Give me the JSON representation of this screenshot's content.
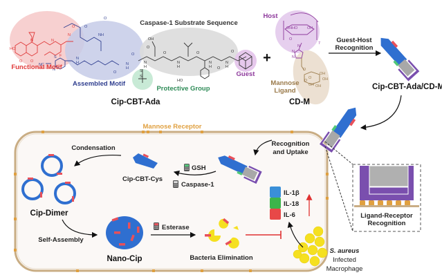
{
  "molecule": {
    "name": "Cip-CBT-Ada",
    "regions": {
      "functional_motif": "Functional Motif",
      "assembled_motif": "Assembled Motif",
      "caspase_substrate": "Caspase-1 Substrate Sequence",
      "protective_group": "Protective Group",
      "guest": "Guest"
    },
    "atoms": [
      "HO",
      "O",
      "O",
      "N",
      "N",
      "F",
      "N",
      "O",
      "O",
      "NH",
      "O",
      "NC",
      "N",
      "S",
      "H",
      "N",
      "O",
      "H",
      "N",
      "O",
      "S",
      "S",
      "OH",
      "O",
      "N",
      "H",
      "O",
      "N",
      "H",
      "O",
      "HO",
      "N",
      "H",
      "O",
      "N",
      "H",
      "O"
    ]
  },
  "plus": "+",
  "cd_m": {
    "name": "CD-M",
    "host": "Host",
    "mannose_ligand": [
      "Mannose",
      "Ligand"
    ],
    "atoms": [
      "OH",
      "HO",
      "OH",
      "O",
      "7",
      "N",
      "N",
      "N",
      "O",
      "O",
      "OH",
      "OH",
      "OH",
      "OH",
      "O"
    ]
  },
  "guest_host_recognition": [
    "Guest-Host",
    "Recognition"
  ],
  "complex_label": "Cip-CBT-Ada/CD-M",
  "mannose_receptor": "Mannose Receptor",
  "cell": {
    "recognition_uptake": [
      "Recognition",
      "and Uptake"
    ],
    "gsh": "GSH",
    "caspase": "Caspase-1",
    "cip_cbt_cys": "Cip-CBT-Cys",
    "condensation": "Condensation",
    "cip_dimer": "Cip-Dimer",
    "self_assembly": "Self-Assembly",
    "nano_cip": "Nano-Cip",
    "esterase": "Esterase",
    "bacteria_elimination": "Bacteria Elimination",
    "cytokines": [
      "IL-1β",
      "IL-18",
      "IL-6"
    ],
    "infected_macrophage": [
      "S. aureus",
      "Infected",
      "Macrophage"
    ]
  },
  "inset": {
    "label": [
      "Ligand-Receptor",
      "Recognition"
    ]
  },
  "colors": {
    "functional": "#e03a3a",
    "assembled": "#2f3e8f",
    "protective": "#2e8b57",
    "guest": "#8e3a9c",
    "mannose": "#9a7a4a",
    "receptor": "#e0a040",
    "nanofiber_blue": "#2f6fd0",
    "tag_red": "#e8505a",
    "tag_green": "#50c878",
    "purple": "#7a4fae",
    "gray": "#a0a0a0",
    "bacteria": "#f5e020",
    "il1b": "#3a8fd8",
    "il18": "#3cb54a",
    "il6": "#e84848"
  }
}
